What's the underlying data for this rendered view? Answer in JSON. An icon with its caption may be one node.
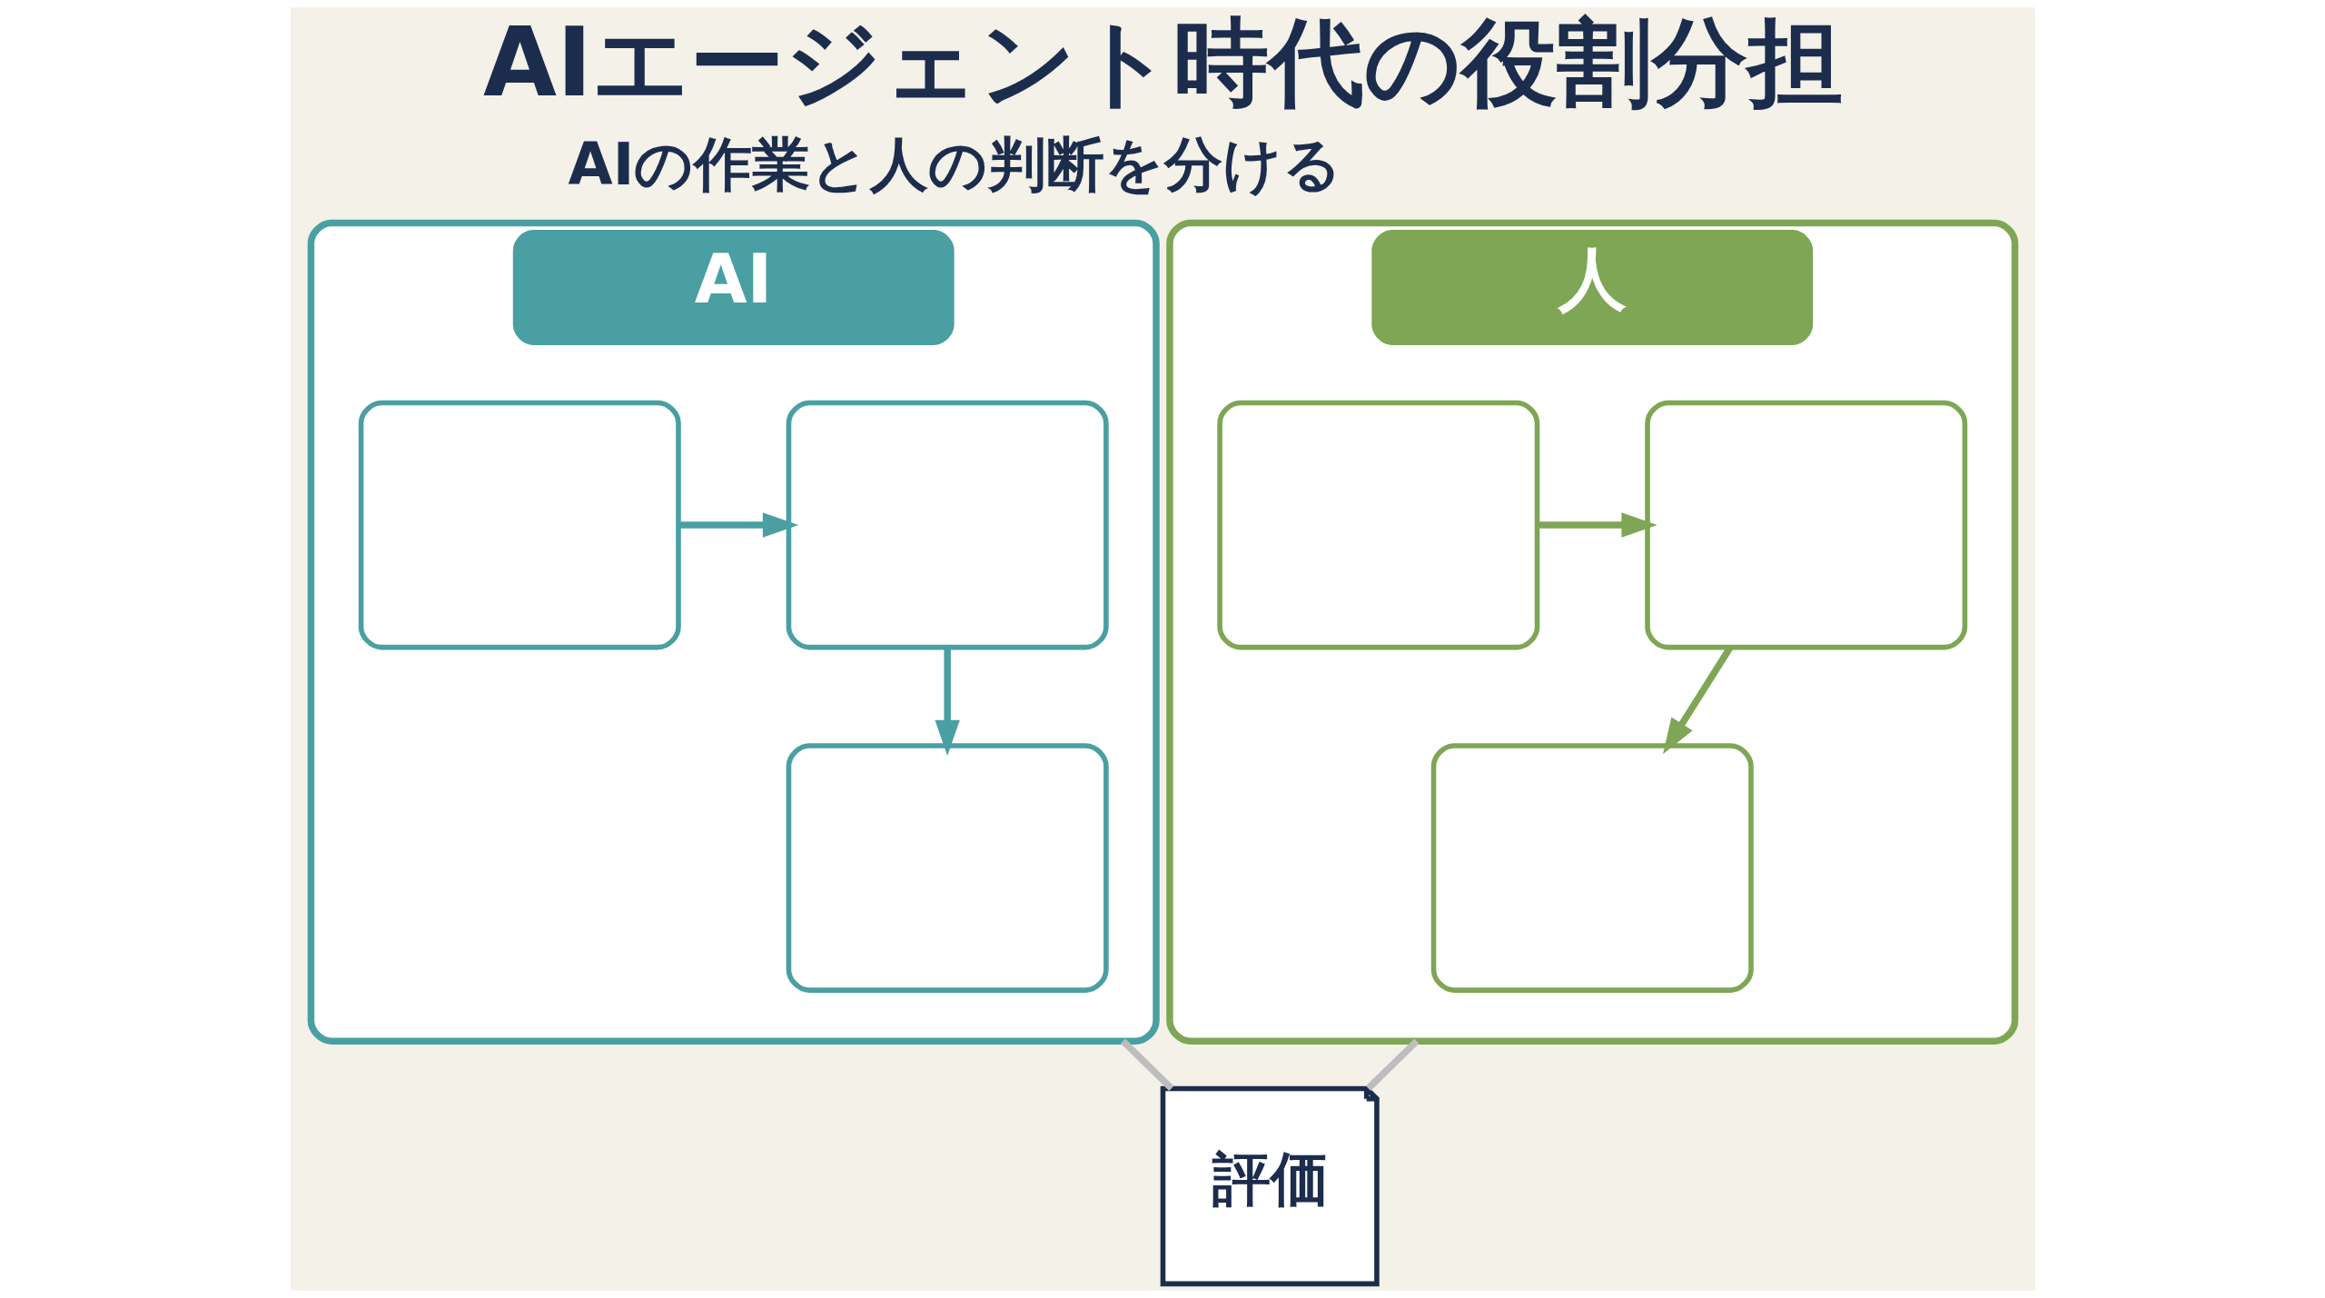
{
  "diagram": {
    "title": "AIエージェント時代の役割分担",
    "nodes": [
      {
        "text": [
          "AI"
        ]
      },
      {
        "text": [],
        "shape": "box",
        "in": 0
      },
      {
        "text": [],
        "shape": "box",
        "in": 0
      },
      {
        "text": [],
        "shape": "box",
        "in": 0
      },
      {
        "text": [
          "人"
        ]
      },
      {
        "text": [],
        "shape": "box",
        "in": 4
      },
      {
        "text": [],
        "shape": "box",
        "in": 4
      },
      {
        "text": [],
        "shape": "box",
        "in": 4
      },
      {
        "text": [
          "評価"
        ]
      }
    ],
    "edges": [
      {
        "from": 1,
        "to": 2,
        "arrow": "to",
        "color": "#4a9fa3"
      },
      {
        "from": 2,
        "to": 3,
        "arrow": "to",
        "color": "#4a9fa3"
      },
      {
        "from": 5,
        "to": 6,
        "arrow": "to",
        "color": "#7ea654"
      },
      {
        "from": 6,
        "to": 7,
        "arrow": "to",
        "color": "#7ea654"
      },
      {
        "from": 0,
        "to": 8,
        "arrow": "none",
        "color": "#bdbdbd"
      },
      {
        "from": 4,
        "to": 8,
        "arrow": "none",
        "color": "#bdbdbd"
      }
    ],
    "labels": [
      "AIの作業と人の判断を分ける"
    ]
  }
}
